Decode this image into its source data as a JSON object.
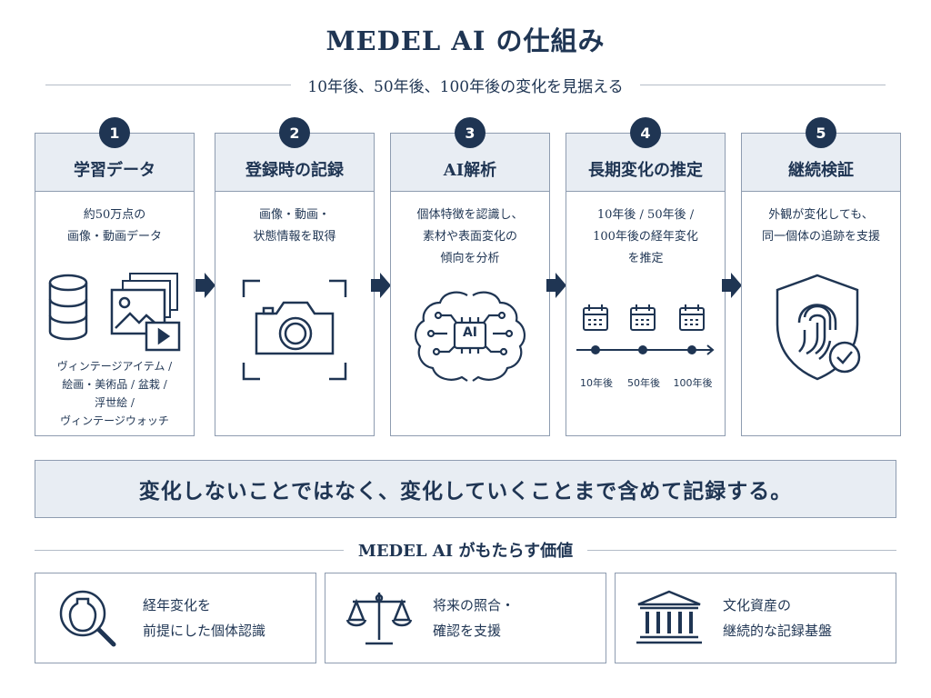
{
  "header": {
    "title": "MEDEL AI の仕組み",
    "subtitle": "10年後、50年後、100年後の変化を見据える"
  },
  "steps": [
    {
      "number": "1",
      "title": "学習データ",
      "desc": [
        "約50万点の",
        "画像・動画データ"
      ],
      "foot": [
        "ヴィンテージアイテム /",
        "絵画・美術品 / 盆栽 /",
        "浮世絵 /",
        "ヴィンテージウォッチ"
      ],
      "icon": "database-media-icon"
    },
    {
      "number": "2",
      "title": "登録時の記録",
      "desc": [
        "画像・動画・",
        "状態情報を取得"
      ],
      "icon": "camera-icon"
    },
    {
      "number": "3",
      "title": "AI解析",
      "desc": [
        "個体特徴を認識し、",
        "素材や表面変化の",
        "傾向を分析"
      ],
      "icon": "ai-brain-icon",
      "icon_label": "AI"
    },
    {
      "number": "4",
      "title": "長期変化の推定",
      "desc": [
        "10年後 / 50年後 /",
        "100年後の経年変化",
        "を推定"
      ],
      "icon": "calendar-timeline-icon",
      "timeline": [
        "10年後",
        "50年後",
        "100年後"
      ]
    },
    {
      "number": "5",
      "title": "継続検証",
      "desc": [
        "外観が変化しても、",
        "同一個体の追跡を支援"
      ],
      "icon": "shield-fingerprint-icon"
    }
  ],
  "banner": "変化しないことではなく、変化していくことまで含めて記録する。",
  "values": {
    "title": "MEDEL AI がもたらす価値",
    "items": [
      {
        "lines": [
          "経年変化を",
          "前提にした個体認識"
        ],
        "icon": "vase-magnifier-icon"
      },
      {
        "lines": [
          "将来の照合・",
          "確認を支援"
        ],
        "icon": "scales-icon"
      },
      {
        "lines": [
          "文化資産の",
          "継続的な記録基盤"
        ],
        "icon": "museum-building-icon"
      }
    ]
  },
  "colors": {
    "primary": "#1f3553",
    "panel": "#e8edf3",
    "border": "#8e9cb0",
    "rule": "#b4bcc8"
  }
}
